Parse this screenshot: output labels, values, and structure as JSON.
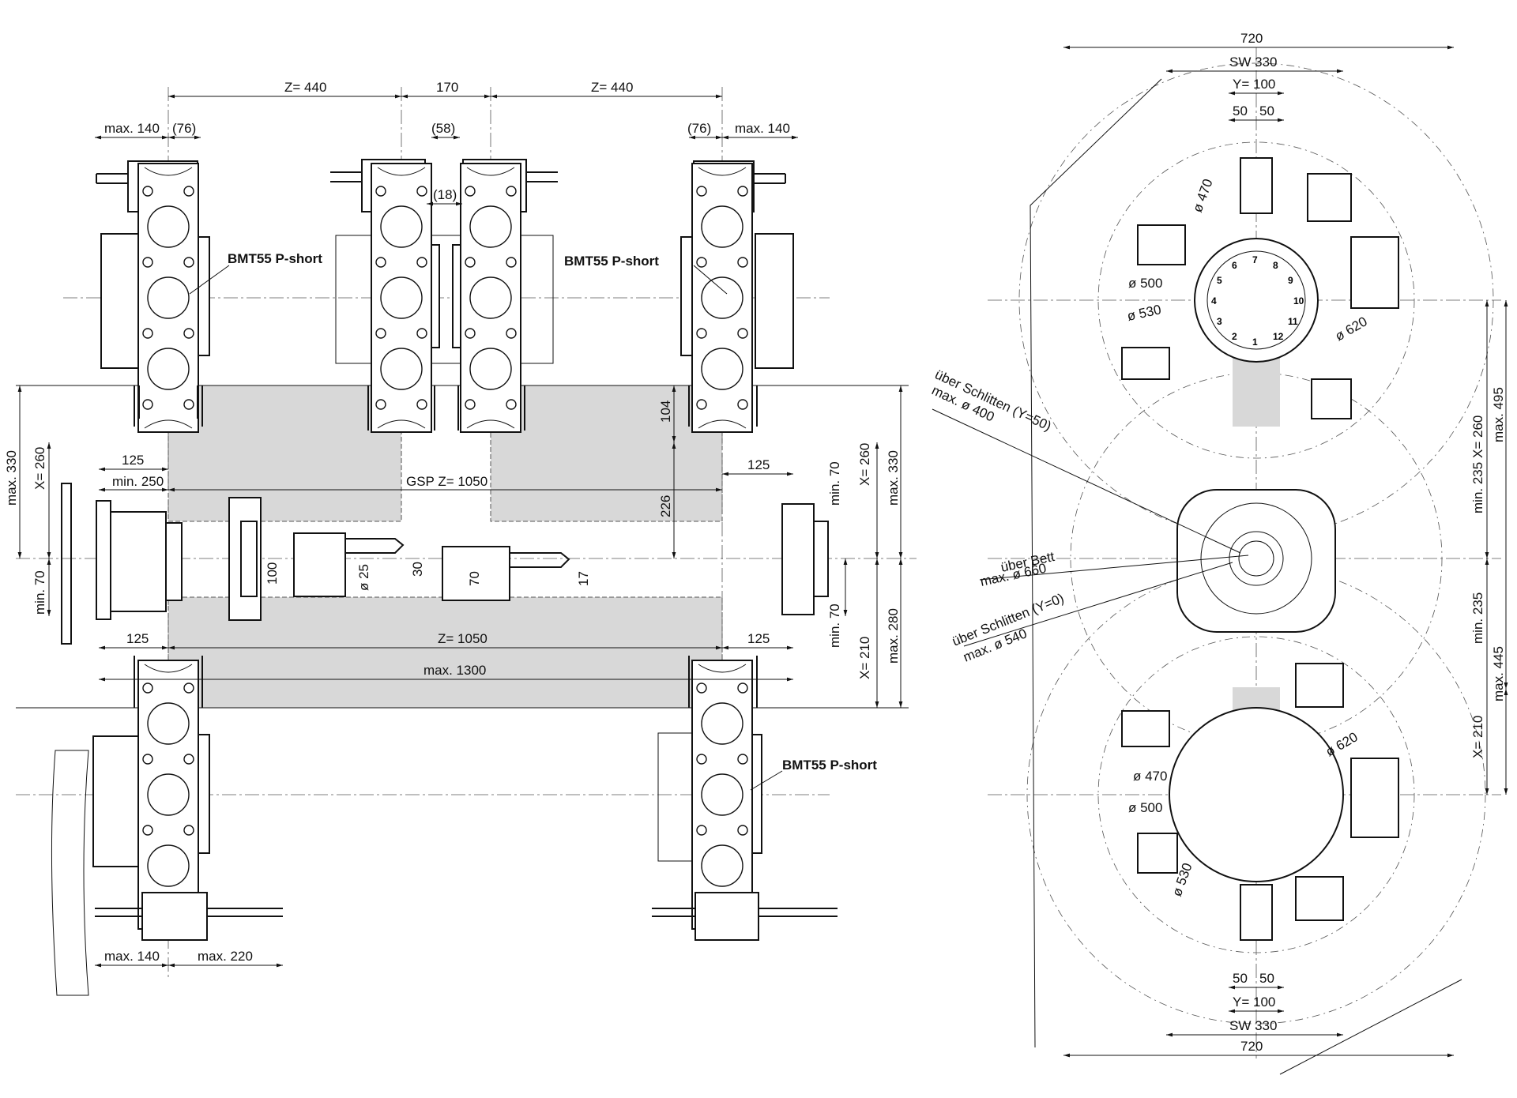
{
  "turret_label": "BMT55 P-short",
  "left": {
    "z_left": "Z= 440",
    "gap": "170",
    "z_right": "Z= 440",
    "max140_a": "max. 140",
    "p76_a": "(76)",
    "p58": "(58)",
    "p18": "(18)",
    "p76_b": "(76)",
    "max140_b": "max. 140",
    "w125_a": "125",
    "min250": "min. 250",
    "gsp": "GSP  Z= 1050",
    "w125_b": "125",
    "h104": "104",
    "h226": "226",
    "max330_l": "max. 330",
    "x260_l": "X= 260",
    "min70_l": "min. 70",
    "x260_r": "X= 260",
    "max330_r": "max. 330",
    "min70_r1": "min. 70",
    "min70_r2": "min. 70",
    "x210_r": "X= 210",
    "max280": "max. 280",
    "h100": "100",
    "d25": "ø 25",
    "h30": "30",
    "h70": "70",
    "h17": "17",
    "w125_c": "125",
    "z1050": "Z= 1050",
    "w125_d": "125",
    "max1300": "max. 1300",
    "max140_c": "max. 140",
    "max220": "max. 220"
  },
  "right": {
    "w720_top": "720",
    "sw330_top": "SW 330",
    "y100_top": "Y= 100",
    "h50_a": "50",
    "h50_b": "50",
    "d470_top": "ø 470",
    "d500_top": "ø 500",
    "d530_top": "ø 530",
    "d620_top": "ø 620",
    "x260": "X= 260",
    "max495": "max. 495",
    "min235_a": "min. 235",
    "min235_b": "min. 235",
    "max445": "max. 445",
    "x210": "X= 210",
    "schlitten_y50_1": "über Schlitten (Y=50)",
    "schlitten_y50_2": "max. ø 400",
    "bett_1": "über Bett",
    "bett_2": "max. ø 660",
    "schlitten_y0_1": "über Schlitten (Y=0)",
    "schlitten_y0_2": "max. ø 540",
    "d620_bot": "ø 620",
    "d470_bot": "ø 470",
    "d500_bot": "ø 500",
    "d530_bot": "ø 530",
    "h50_c": "50",
    "h50_d": "50",
    "y100_bot": "Y= 100",
    "sw330_bot": "SW 330",
    "w720_bot": "720"
  },
  "station_numbers": [
    "1",
    "2",
    "3",
    "4",
    "5",
    "6",
    "7",
    "8",
    "9",
    "10",
    "11",
    "12"
  ]
}
